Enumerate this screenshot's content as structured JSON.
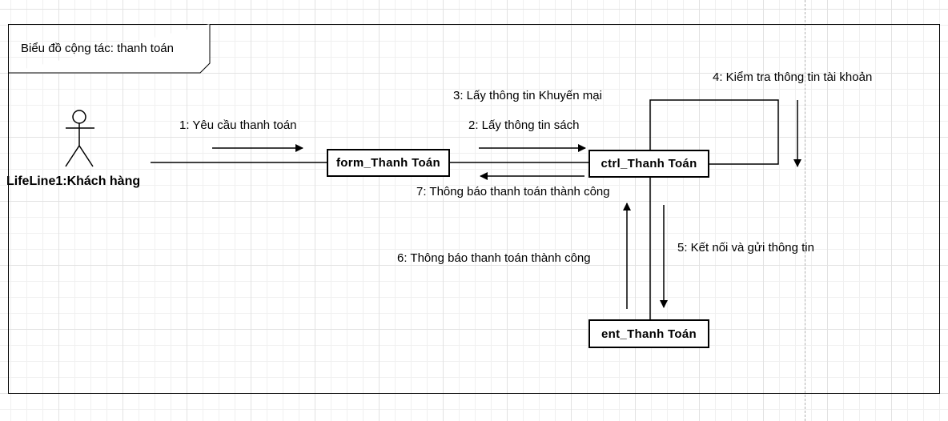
{
  "frame": {
    "title": "Biểu đồ cộng tác: thanh toán"
  },
  "actor": {
    "name": "LifeLine1:Khách hàng"
  },
  "objects": {
    "form": "form_Thanh Toán",
    "ctrl": "ctrl_Thanh Toán",
    "ent": "ent_Thanh Toán"
  },
  "messages": {
    "m1": "1: Yêu cầu thanh toán",
    "m2": "2: Lấy thông tin sách",
    "m3": "3: Lấy thông tin Khuyến mại",
    "m4": "4: Kiểm tra thông tin tài khoản",
    "m5": "5: Kết nối và gửi thông tin",
    "m6": "6: Thông báo thanh toán thành công",
    "m7": "7: Thông báo thanh toán thành công"
  }
}
